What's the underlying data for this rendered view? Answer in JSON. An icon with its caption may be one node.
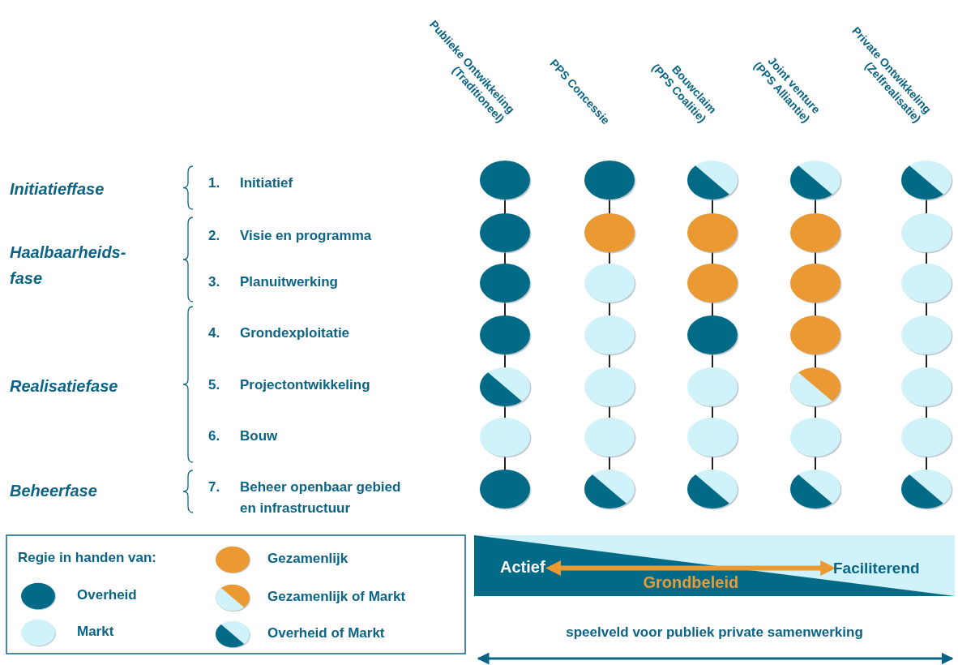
{
  "diagram": {
    "nodes": [
      {
        "text": [],
        "shape": "circle"
      },
      {
        "text": [],
        "shape": "circle"
      },
      {
        "text": [],
        "shape": "circle"
      },
      {
        "text": [],
        "shape": "circle"
      },
      {
        "text": [],
        "shape": "circle"
      },
      {
        "text": [],
        "shape": "circle"
      },
      {
        "text": [],
        "shape": "circle"
      },
      {
        "text": [],
        "shape": "circle"
      },
      {
        "text": [],
        "shape": "circle"
      },
      {
        "text": [],
        "shape": "circle"
      },
      {
        "text": [],
        "shape": "circle"
      },
      {
        "text": [],
        "shape": "circle"
      },
      {
        "text": [],
        "shape": "circle"
      },
      {
        "text": [],
        "shape": "circle"
      },
      {
        "text": [],
        "shape": "circle"
      },
      {
        "text": [],
        "shape": "circle"
      },
      {
        "text": [],
        "shape": "circle"
      },
      {
        "text": [],
        "shape": "circle"
      },
      {
        "text": [],
        "shape": "circle"
      },
      {
        "text": [],
        "shape": "circle"
      },
      {
        "text": [],
        "shape": "circle"
      },
      {
        "text": [],
        "shape": "circle"
      },
      {
        "text": [],
        "shape": "circle"
      },
      {
        "text": [],
        "shape": "circle"
      },
      {
        "text": [],
        "shape": "circle"
      },
      {
        "text": [],
        "shape": "circle"
      },
      {
        "text": [],
        "shape": "circle"
      },
      {
        "text": [],
        "shape": "circle"
      },
      {
        "text": [],
        "shape": "circle"
      },
      {
        "text": [],
        "shape": "circle"
      },
      {
        "text": [],
        "shape": "circle"
      },
      {
        "text": [],
        "shape": "circle"
      },
      {
        "text": [],
        "shape": "circle"
      },
      {
        "text": [],
        "shape": "circle"
      },
      {
        "text": [],
        "shape": "circle"
      },
      {
        "text": [
          "Actief"
        ]
      },
      {
        "text": [
          "Faciliterend"
        ]
      }
    ],
    "edges": [
      {
        "from": 0,
        "to": 5,
        "arrow": "none"
      },
      {
        "from": 1,
        "to": 6,
        "arrow": "none"
      },
      {
        "from": 2,
        "to": 7,
        "arrow": "none"
      },
      {
        "from": 3,
        "to": 8,
        "arrow": "none"
      },
      {
        "from": 4,
        "to": 9,
        "arrow": "none"
      },
      {
        "from": 5,
        "to": 10,
        "arrow": "none"
      },
      {
        "from": 6,
        "to": 11,
        "arrow": "none"
      },
      {
        "from": 7,
        "to": 12,
        "arrow": "none"
      },
      {
        "from": 8,
        "to": 13,
        "arrow": "none"
      },
      {
        "from": 9,
        "to": 14,
        "arrow": "none"
      },
      {
        "from": 10,
        "to": 15,
        "arrow": "none"
      },
      {
        "from": 11,
        "to": 16,
        "arrow": "none"
      },
      {
        "from": 12,
        "to": 17,
        "arrow": "none"
      },
      {
        "from": 13,
        "to": 18,
        "arrow": "none"
      },
      {
        "from": 14,
        "to": 19,
        "arrow": "none"
      },
      {
        "from": 15,
        "to": 20,
        "arrow": "none"
      },
      {
        "from": 16,
        "to": 21,
        "arrow": "none"
      },
      {
        "from": 17,
        "to": 22,
        "arrow": "none"
      },
      {
        "from": 18,
        "to": 23,
        "arrow": "none"
      },
      {
        "from": 19,
        "to": 24,
        "arrow": "none"
      },
      {
        "from": 20,
        "to": 25,
        "arrow": "none"
      },
      {
        "from": 21,
        "to": 26,
        "arrow": "none"
      },
      {
        "from": 22,
        "to": 27,
        "arrow": "none"
      },
      {
        "from": 23,
        "to": 28,
        "arrow": "none"
      },
      {
        "from": 24,
        "to": 29,
        "arrow": "none"
      },
      {
        "from": 25,
        "to": 30,
        "arrow": "none"
      },
      {
        "from": 26,
        "to": 31,
        "arrow": "none"
      },
      {
        "from": 27,
        "to": 32,
        "arrow": "none"
      },
      {
        "from": 28,
        "to": 33,
        "arrow": "none"
      },
      {
        "from": 29,
        "to": 34,
        "arrow": "none"
      },
      {
        "from": 35,
        "to": 36,
        "arrow": "both",
        "label": "Grondbeleid",
        "style": "thick",
        "color": "#eb9a33"
      }
    ],
    "labels": [
      "Publieke Ontwikkeling (Traditioneel)",
      "PPS Concessie",
      "Bouwclaim (PPS Coalitie)",
      "Joint venture (PPS Alliantie)",
      "Private Ontwikkeling (Zelfrealisatie)",
      "Initiatieffase",
      "1.",
      "Initiatief",
      "Haalbaarheids-fase",
      "2.",
      "Visie en programma",
      "3.",
      "Planuitwerking",
      "4.",
      "Grondexploitatie",
      "Realisatiefase",
      "5.",
      "Projectontwikkeling",
      "6.",
      "Bouw",
      "Beheerfase",
      "7.",
      "Beheer openbaar gebied en infrastructuur",
      "Regie in handen van:",
      "speelveld voor publiek private samenwerking"
    ],
    "legend": [
      {
        "text": "Overheid",
        "color": "#006a87"
      },
      {
        "text": "Markt",
        "color": "#d0f2fb"
      },
      {
        "text": "Gezamenlijk",
        "color": "#eb9a33"
      },
      {
        "text": "Gezamenlijk of Markt"
      },
      {
        "text": "Overheid of Markt"
      }
    ]
  }
}
